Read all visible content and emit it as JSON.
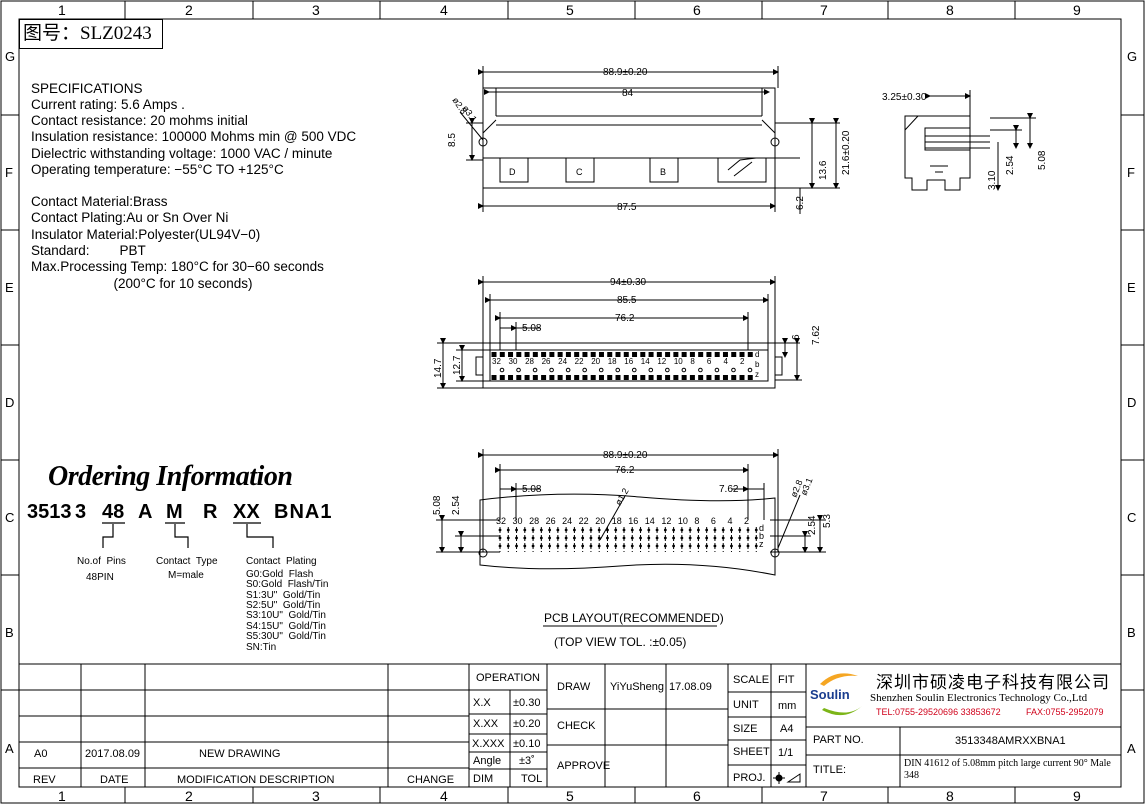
{
  "drawing_number": "图号：SLZ0243",
  "frame": {
    "columns": [
      "1",
      "2",
      "3",
      "4",
      "5",
      "6",
      "7",
      "8",
      "9"
    ],
    "rows": [
      "G",
      "F",
      "E",
      "D",
      "C",
      "B",
      "A"
    ]
  },
  "specifications": {
    "heading": "SPECIFICATIONS",
    "lines": [
      "Current rating: 5.6 Amps .",
      "Contact resistance: 20 mohms initial",
      "Insulation resistance: 100000 Mohms min @ 500 VDC",
      "Dielectric withstanding voltage: 1000 VAC / minute",
      "Operating temperature: −55°C TO +125°C"
    ],
    "materials": [
      "Contact Material:Brass",
      "Contact Plating:Au or Sn Over Ni",
      "Insulator Material:Polyester(UL94V−0)",
      "Standard:        PBT",
      "Max.Processing Temp: 180°C for 30−60 seconds",
      "                      (200°C for 10 seconds)"
    ]
  },
  "ordering": {
    "title": "Ordering Information",
    "code_parts": [
      "3513",
      "3",
      "48",
      "A",
      "M",
      "R",
      "XX",
      "BNA1"
    ],
    "pins_label": "No.of  Pins",
    "pins_value": "48PIN",
    "contact_type_label": "Contact  Type",
    "contact_type_value": "M=male",
    "plating_label": "Contact  Plating",
    "plating_options": [
      "G0:Gold  Flash",
      "S0:Gold  Flash/Tin",
      "S1:3U\"  Gold/Tin",
      "S2:5U\"  Gold/Tin",
      "S3:10U\"  Gold/Tin",
      "S4:15U\"  Gold/Tin",
      "S5:30U\"  Gold/Tin",
      "SN:Tin"
    ]
  },
  "dimensions": {
    "top_view": [
      "88.9±0.20",
      "84",
      "87.5",
      "8.5",
      "6.2",
      "13.6",
      "21.6±0.20",
      "ø2.8",
      "ø3.1"
    ],
    "top_labels": [
      "D",
      "C",
      "B"
    ],
    "side_view": [
      "3.25±0.30",
      "3.10",
      "2.54",
      "5.08"
    ],
    "mid_view": [
      "94±0.30",
      "85.5",
      "76.2",
      "5.08",
      "6",
      "7.62",
      "14.7",
      "12.7"
    ],
    "mid_pins": [
      "32",
      "30",
      "28",
      "26",
      "24",
      "22",
      "20",
      "18",
      "16",
      "14",
      "12",
      "10",
      "8",
      "6",
      "4",
      "2"
    ],
    "mid_rows": [
      "d",
      "b",
      "z"
    ],
    "pcb_view": [
      "88.9±0.20",
      "76.2",
      "5.08",
      "7.62",
      "5.08",
      "2.54",
      "2.54",
      "5.3",
      "ø1.2",
      "ø2.8",
      "ø3.1"
    ],
    "pcb_pins": [
      "32",
      "30",
      "28",
      "26",
      "24",
      "22",
      "20",
      "18",
      "16",
      "14",
      "12",
      "10",
      "8",
      "6",
      "4",
      "2"
    ],
    "pcb_rows": [
      "d",
      "b",
      "z"
    ]
  },
  "pcb_layout": {
    "title": "PCB  LAYOUT(RECOMMENDED)",
    "subtitle": "(TOP  VIEW  TOL.  :±0.05)"
  },
  "title_block": {
    "rev_header": "REV",
    "date_header": "DATE",
    "mod_header": "MODIFICATION  DESCRIPTION",
    "change_header": "CHANGE",
    "rev": "A0",
    "date": "2017.08.09",
    "modification": "NEW  DRAWING",
    "operation": "OPERATION",
    "tolerances": [
      {
        "dim": "X.X",
        "tol": "±0.30"
      },
      {
        "dim": "X.XX",
        "tol": "±0.20"
      },
      {
        "dim": "X.XXX",
        "tol": "±0.10"
      },
      {
        "dim": "Angle",
        "tol": "±3˚"
      }
    ],
    "dim_header": "DIM",
    "tol_header": "TOL",
    "draw_label": "DRAW",
    "drawer": "YiYuSheng",
    "draw_date": "17.08.09",
    "check_label": "CHECK",
    "approve_label": "APPROVE",
    "scale_label": "SCALE",
    "scale_value": "FIT",
    "unit_label": "UNIT",
    "unit_value": "mm",
    "size_label": "SIZE",
    "size_value": "A4",
    "sheet_label": "SHEET",
    "sheet_value": "1/1",
    "proj_label": "PROJ.",
    "company_cn": "深圳市硕凌电子科技有限公司",
    "company_en": "Shenzhen Soulin Electronics Technology Co.,Ltd",
    "company_tel": "TEL:0755-29520696  33853672",
    "company_fax": "FAX:0755-2952079",
    "logo_text": "Soulin",
    "part_no_label": "PART  NO.",
    "part_no": "3513348AMRXXBNA1",
    "title_label": "TITLE:",
    "title_text": "DIN 41612 of 5.08mm pitch large current 90°  Male 348"
  }
}
